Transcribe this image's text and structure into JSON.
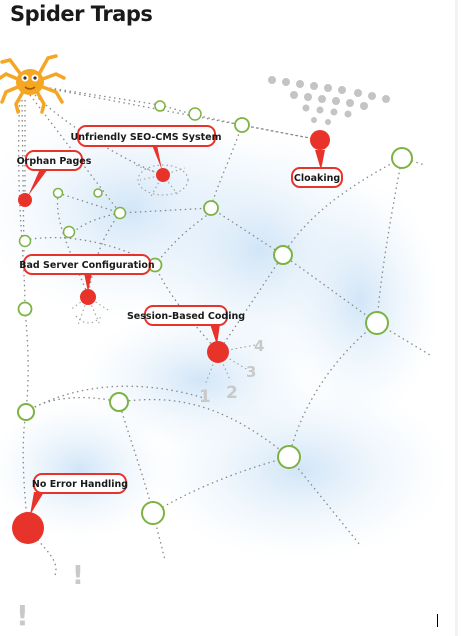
{
  "title": "Spider Traps",
  "labels": {
    "unfriendly_cms": "Unfriendly SEO-CMS System",
    "orphan_pages": "Orphan Pages",
    "cloaking": "Cloaking",
    "bad_server": "Bad Server Configuration",
    "session_coding": "Session-Based Coding",
    "no_error": "No Error Handling"
  },
  "session_numbers": [
    "1",
    "2",
    "3",
    "4"
  ],
  "exclamation": "!",
  "colors": {
    "trap_red": "#e8332a",
    "node_green": "#7cb342",
    "spider_orange": "#f5a623",
    "edge_gray": "#888888",
    "wash_blue": "#d6e9f8"
  },
  "icons": [
    "spider-icon"
  ]
}
